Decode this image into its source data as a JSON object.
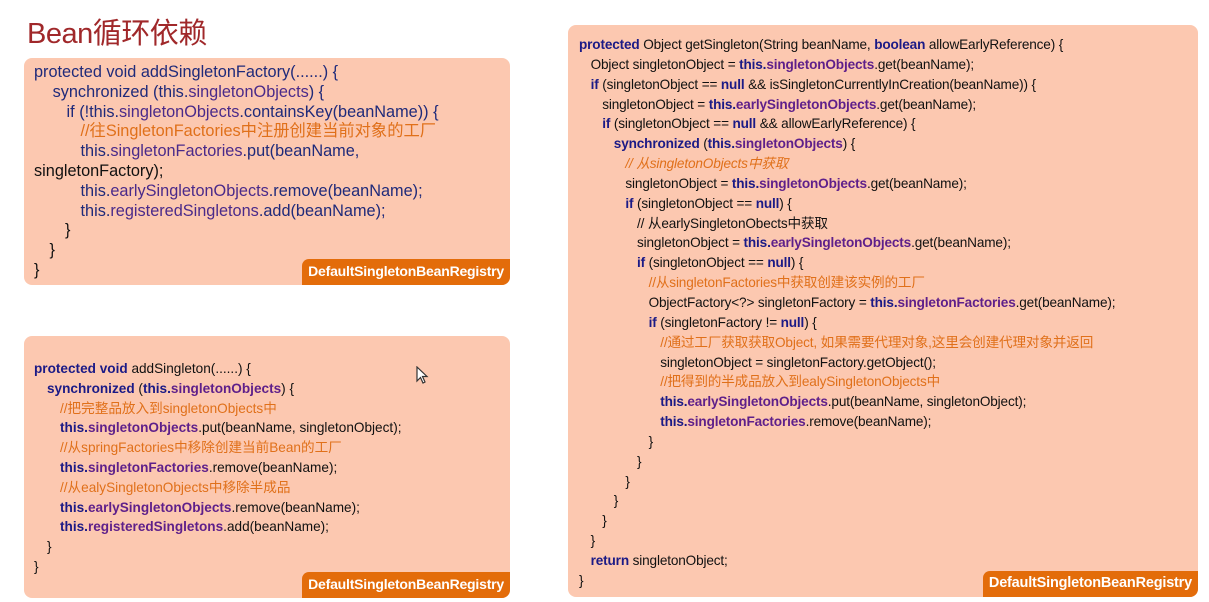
{
  "title": "Bean循环依赖",
  "badge_label": "DefaultSingletonBeanRegistry",
  "colors": {
    "keyword": "#1b1a86",
    "field": "#5e1f8a",
    "comment": "#e0701a",
    "badge": "#e36c0a",
    "panel": "#fcc8b0",
    "title": "#a0282a"
  },
  "boxes": [
    {
      "name": "add-singleton-factory-code",
      "lines": [
        {
          "indent": 0,
          "segs": [
            [
              "protected void ",
              "K"
            ],
            [
              "addSingletonFactory(......) {",
              "P"
            ]
          ]
        },
        {
          "indent": 1.2,
          "segs": [
            [
              "synchronized (",
              "K"
            ],
            [
              "this.",
              "K"
            ],
            [
              "singletonObjects",
              "F"
            ],
            [
              ") {",
              "P"
            ]
          ]
        },
        {
          "indent": 2.1,
          "segs": [
            [
              "if (!",
              "K"
            ],
            [
              "this.",
              "K"
            ],
            [
              "singletonObjects",
              "F"
            ],
            [
              ".containsKey(beanName)) {",
              "P"
            ]
          ]
        },
        {
          "indent": 3,
          "segs": [
            [
              "//往SingletonFactories中注册创建当前对象的工厂",
              "c"
            ]
          ]
        },
        {
          "indent": 3,
          "segs": [
            [
              "this.",
              "K"
            ],
            [
              "singletonFactories",
              "F"
            ],
            [
              ".put(beanName,",
              "P"
            ]
          ]
        },
        {
          "indent": 0,
          "segs": [
            [
              "singletonFactory);",
              "p"
            ]
          ]
        },
        {
          "indent": 3,
          "segs": [
            [
              "this.",
              "K"
            ],
            [
              "earlySingletonObjects",
              "F"
            ],
            [
              ".remove(beanName);",
              "P"
            ]
          ]
        },
        {
          "indent": 3,
          "segs": [
            [
              "this.",
              "K"
            ],
            [
              "registeredSingletons",
              "F"
            ],
            [
              ".add(beanName);",
              "P"
            ]
          ]
        },
        {
          "indent": 2,
          "segs": [
            [
              "}",
              "p"
            ]
          ]
        },
        {
          "indent": 1,
          "segs": [
            [
              "}",
              "p"
            ]
          ]
        },
        {
          "indent": 0,
          "segs": [
            [
              "}",
              "p"
            ]
          ]
        }
      ]
    },
    {
      "name": "add-singleton-code",
      "lines": [
        {
          "indent": 0,
          "segs": [
            [
              "protected void ",
              "k"
            ],
            [
              "addSingleton(......) {",
              "p"
            ]
          ]
        },
        {
          "indent": 1,
          "segs": [
            [
              "synchronized ",
              "k"
            ],
            [
              "(",
              "p"
            ],
            [
              "this.",
              "k"
            ],
            [
              "singletonObjects",
              "f"
            ],
            [
              ") {",
              "p"
            ]
          ]
        },
        {
          "indent": 2,
          "segs": [
            [
              "//把完整品放入到singletonObjects中",
              "c"
            ]
          ]
        },
        {
          "indent": 2,
          "segs": [
            [
              "this.",
              "k"
            ],
            [
              "singletonObjects",
              "f"
            ],
            [
              ".put(beanName, singletonObject);",
              "p"
            ]
          ]
        },
        {
          "indent": 2,
          "segs": [
            [
              "//从springFactories中移除创建当前Bean的工厂",
              "c"
            ]
          ]
        },
        {
          "indent": 2,
          "segs": [
            [
              "this.",
              "k"
            ],
            [
              "singletonFactories",
              "f"
            ],
            [
              ".remove(beanName);",
              "p"
            ]
          ]
        },
        {
          "indent": 2,
          "segs": [
            [
              "//从ealySingletonObjects中移除半成品",
              "c"
            ]
          ]
        },
        {
          "indent": 2,
          "segs": [
            [
              "this.",
              "k"
            ],
            [
              "earlySingletonObjects",
              "f"
            ],
            [
              ".remove(beanName);",
              "p"
            ]
          ]
        },
        {
          "indent": 2,
          "segs": [
            [
              "this.",
              "k"
            ],
            [
              "registeredSingletons",
              "f"
            ],
            [
              ".add(beanName);",
              "p"
            ]
          ]
        },
        {
          "indent": 1,
          "segs": [
            [
              "}",
              "p"
            ]
          ]
        },
        {
          "indent": 0,
          "segs": [
            [
              "}",
              "p"
            ]
          ]
        }
      ]
    },
    {
      "name": "get-singleton-code",
      "lines": [
        {
          "indent": 0,
          "segs": [
            [
              "protected ",
              "k"
            ],
            [
              "Object getSingleton(String beanName, ",
              "p"
            ],
            [
              "boolean ",
              "k"
            ],
            [
              "allowEarlyReference) {",
              "p"
            ]
          ]
        },
        {
          "indent": 1,
          "segs": [
            [
              "Object singletonObject = ",
              "p"
            ],
            [
              "this.",
              "k"
            ],
            [
              "singletonObjects",
              "f"
            ],
            [
              ".get(beanName);",
              "p"
            ]
          ]
        },
        {
          "indent": 1,
          "segs": [
            [
              "if ",
              "k"
            ],
            [
              "(singletonObject == ",
              "p"
            ],
            [
              "null ",
              "k"
            ],
            [
              "&& isSingletonCurrentlyInCreation(beanName)) {",
              "p"
            ]
          ]
        },
        {
          "indent": 2,
          "segs": [
            [
              "singletonObject = ",
              "p"
            ],
            [
              "this.",
              "k"
            ],
            [
              "earlySingletonObjects",
              "f"
            ],
            [
              ".get(beanName);",
              "p"
            ]
          ]
        },
        {
          "indent": 2,
          "segs": [
            [
              "if ",
              "k"
            ],
            [
              "(singletonObject == ",
              "p"
            ],
            [
              "null ",
              "k"
            ],
            [
              "&& allowEarlyReference) {",
              "p"
            ]
          ]
        },
        {
          "indent": 3,
          "segs": [
            [
              "synchronized ",
              "k"
            ],
            [
              "(",
              "p"
            ],
            [
              "this.",
              "k"
            ],
            [
              "singletonObjects",
              "f"
            ],
            [
              ") {",
              "p"
            ]
          ]
        },
        {
          "indent": 4,
          "segs": [
            [
              "// 从singletonObjects中获取",
              "ci"
            ]
          ]
        },
        {
          "indent": 4,
          "segs": [
            [
              "singletonObject = ",
              "p"
            ],
            [
              "this.",
              "k"
            ],
            [
              "singletonObjects",
              "f"
            ],
            [
              ".get(beanName);",
              "p"
            ]
          ]
        },
        {
          "indent": 4,
          "segs": [
            [
              "if ",
              "k"
            ],
            [
              "(singletonObject == ",
              "p"
            ],
            [
              "null",
              "k"
            ],
            [
              ") {",
              "p"
            ]
          ]
        },
        {
          "indent": 5,
          "segs": [
            [
              "// 从earlySingletonObects中获取",
              "p"
            ]
          ]
        },
        {
          "indent": 5,
          "segs": [
            [
              "singletonObject = ",
              "p"
            ],
            [
              "this.",
              "k"
            ],
            [
              "earlySingletonObjects",
              "f"
            ],
            [
              ".get(beanName);",
              "p"
            ]
          ]
        },
        {
          "indent": 5,
          "segs": [
            [
              "if ",
              "k"
            ],
            [
              "(singletonObject == ",
              "p"
            ],
            [
              "null",
              "k"
            ],
            [
              ") {",
              "p"
            ]
          ]
        },
        {
          "indent": 6,
          "segs": [
            [
              "//从singletonFactories中获取创建该实例的工厂",
              "c"
            ]
          ]
        },
        {
          "indent": 6,
          "segs": [
            [
              "ObjectFactory<?> singletonFactory = ",
              "p"
            ],
            [
              "this.",
              "k"
            ],
            [
              "singletonFactories",
              "f"
            ],
            [
              ".get(beanName);",
              "p"
            ]
          ]
        },
        {
          "indent": 6,
          "segs": [
            [
              "if ",
              "k"
            ],
            [
              "(singletonFactory != ",
              "p"
            ],
            [
              "null",
              "k"
            ],
            [
              ") {",
              "p"
            ]
          ]
        },
        {
          "indent": 7,
          "segs": [
            [
              "//通过工厂获取获取Object, 如果需要代理对象,这里会创建代理对象并返回",
              "c"
            ]
          ]
        },
        {
          "indent": 7,
          "segs": [
            [
              "singletonObject = singletonFactory.getObject();",
              "p"
            ]
          ]
        },
        {
          "indent": 7,
          "segs": [
            [
              "//把得到的半成品放入到ealySingletonObjects中",
              "c"
            ]
          ]
        },
        {
          "indent": 7,
          "segs": [
            [
              "this.",
              "k"
            ],
            [
              "earlySingletonObjects",
              "f"
            ],
            [
              ".put(beanName, singletonObject);",
              "p"
            ]
          ]
        },
        {
          "indent": 7,
          "segs": [
            [
              "this.",
              "k"
            ],
            [
              "singletonFactories",
              "f"
            ],
            [
              ".remove(beanName);",
              "p"
            ]
          ]
        },
        {
          "indent": 6,
          "segs": [
            [
              "}",
              "p"
            ]
          ]
        },
        {
          "indent": 5,
          "segs": [
            [
              "}",
              "p"
            ]
          ]
        },
        {
          "indent": 4,
          "segs": [
            [
              "}",
              "p"
            ]
          ]
        },
        {
          "indent": 3,
          "segs": [
            [
              "}",
              "p"
            ]
          ]
        },
        {
          "indent": 2,
          "segs": [
            [
              "}",
              "p"
            ]
          ]
        },
        {
          "indent": 1,
          "segs": [
            [
              "}",
              "p"
            ]
          ]
        },
        {
          "indent": 1,
          "segs": [
            [
              "return ",
              "k"
            ],
            [
              "singletonObject;",
              "p"
            ]
          ]
        },
        {
          "indent": 0,
          "segs": [
            [
              "}",
              "p"
            ]
          ]
        }
      ]
    }
  ]
}
